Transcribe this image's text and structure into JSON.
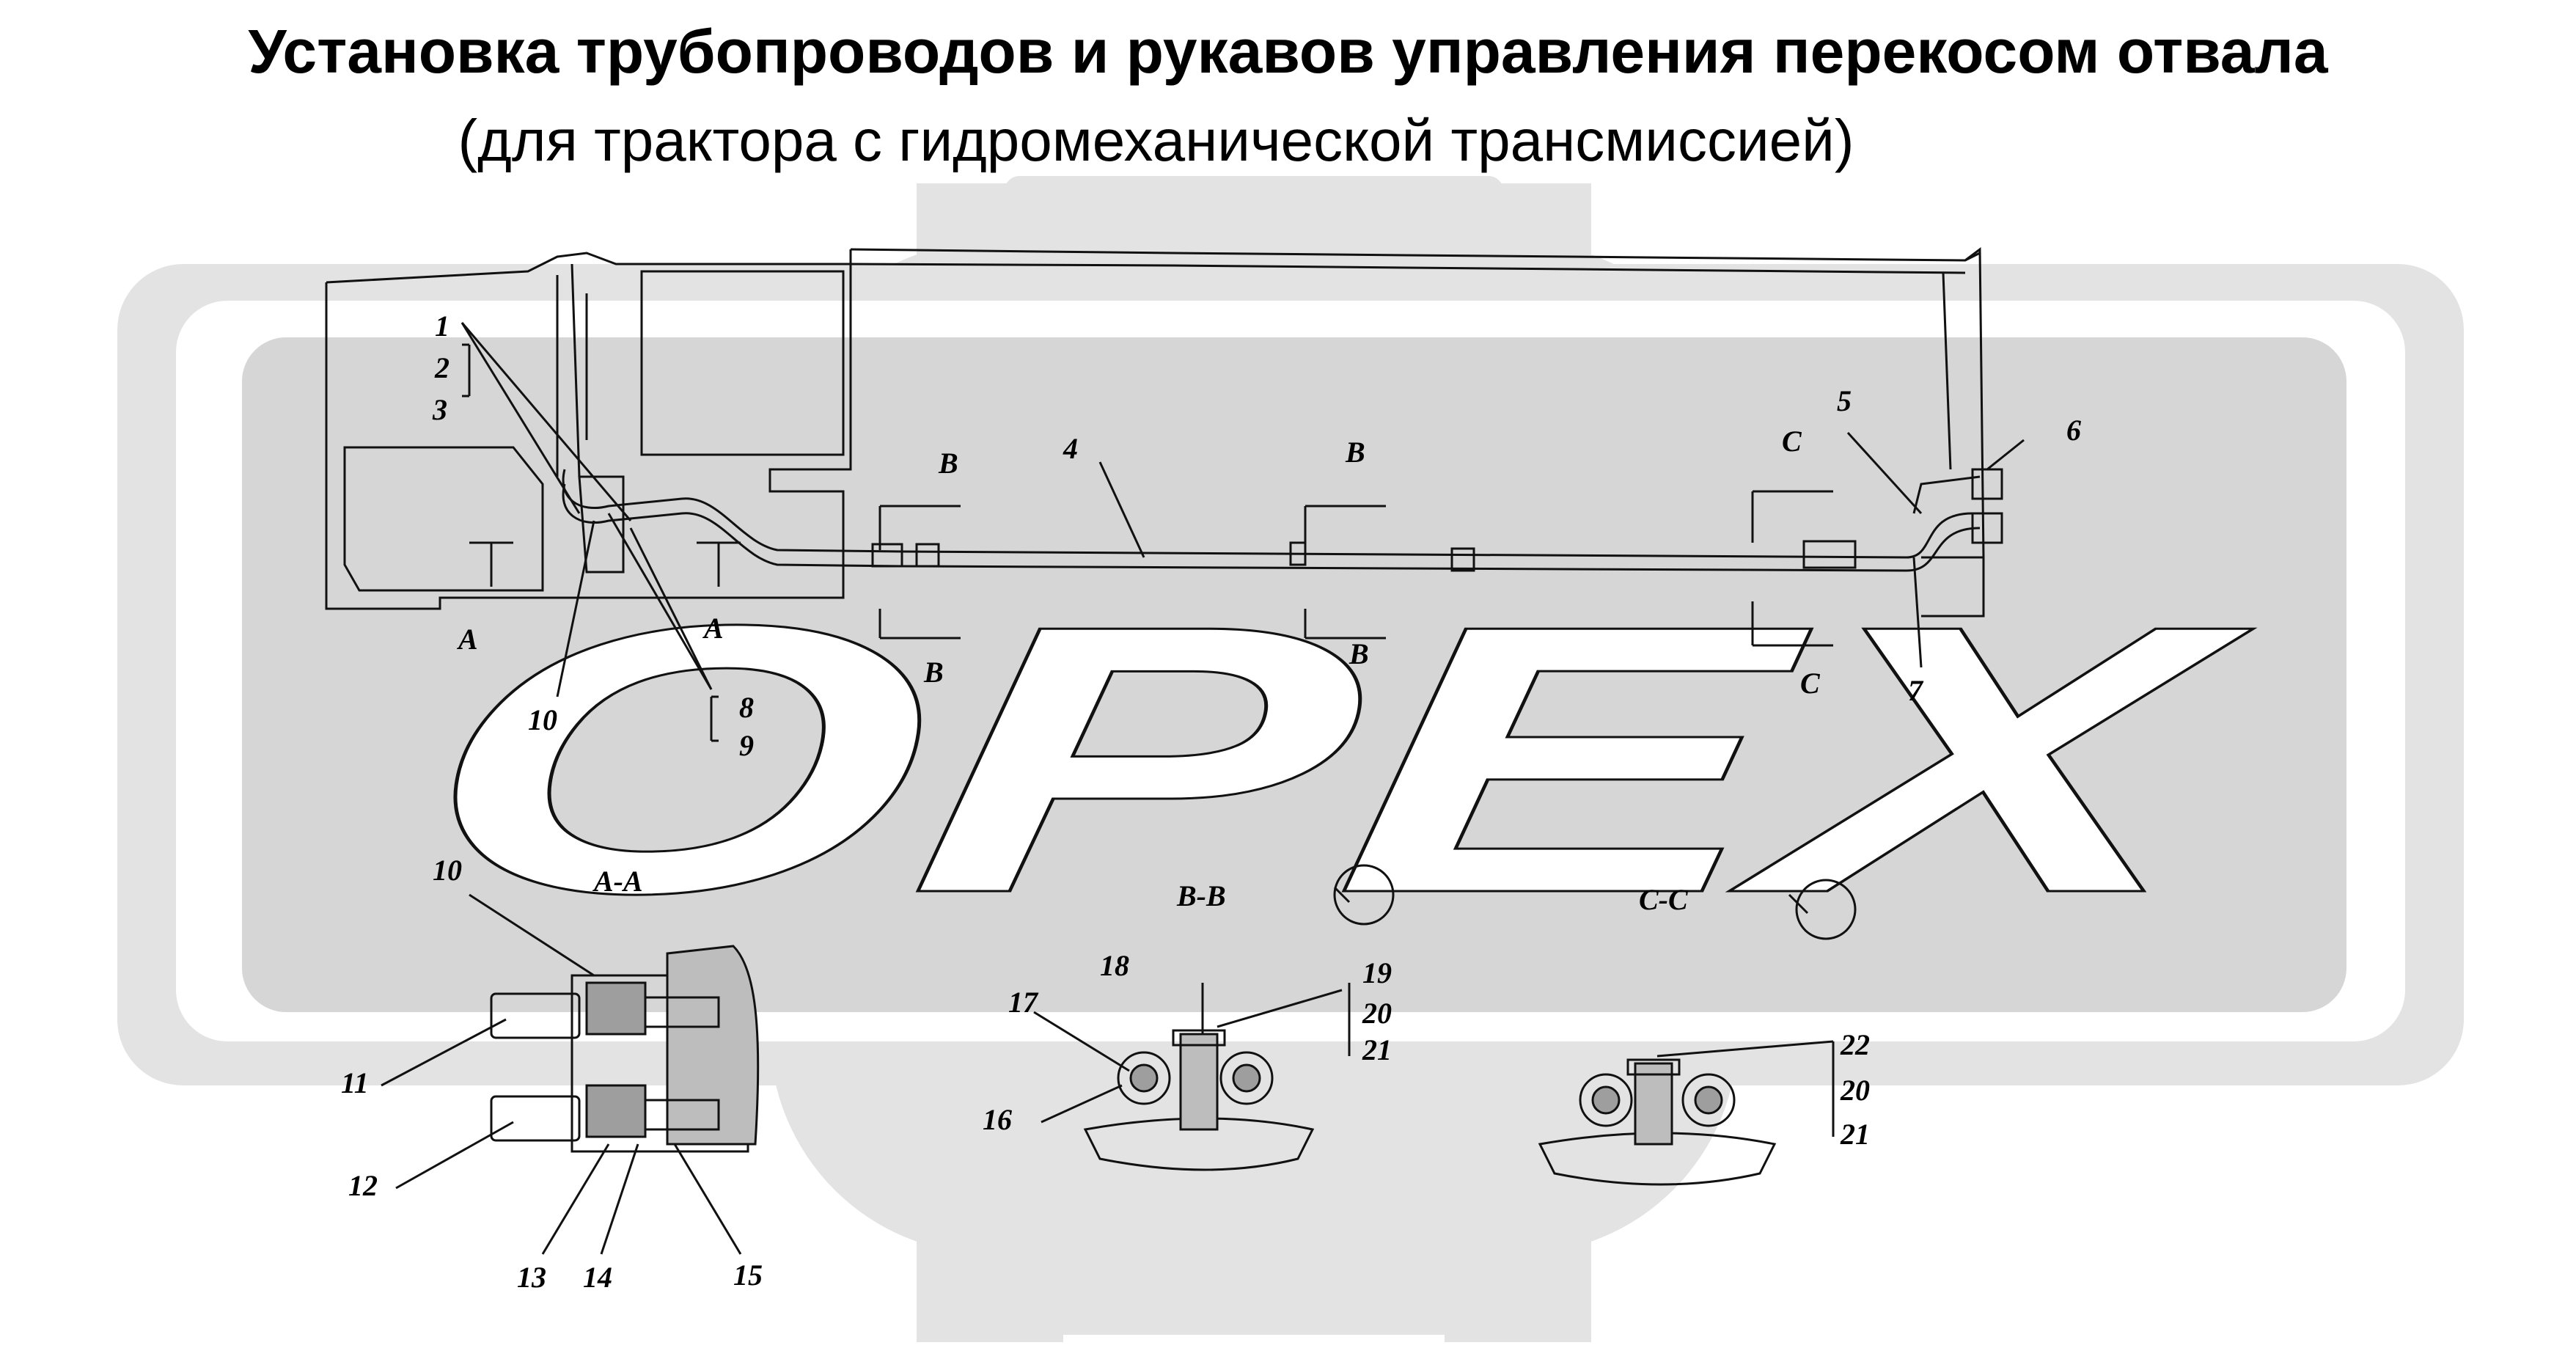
{
  "title": "Установка трубопроводов и рукавов управления перекосом отвала",
  "subtitle": "(для трактора с гидромеханической трансмиссией)",
  "watermark": "OPEX",
  "colors": {
    "watermark_fill": "#e3e3e3",
    "watermark_inner": "#d6d6d6",
    "line": "#111111",
    "background": "#ffffff"
  },
  "section_labels": {
    "a": "A-A",
    "b": "B-B",
    "c": "C-C"
  },
  "cut_letters": {
    "a": "A",
    "b": "B",
    "c": "C"
  },
  "callouts": {
    "n1": "1",
    "n2": "2",
    "n3": "3",
    "n4": "4",
    "n5": "5",
    "n6": "6",
    "n7": "7",
    "n8": "8",
    "n9": "9",
    "n10": "10",
    "n11": "11",
    "n12": "12",
    "n13": "13",
    "n14": "14",
    "n15": "15",
    "n16": "16",
    "n17": "17",
    "n18": "18",
    "n19": "19",
    "n20": "20",
    "n21": "21",
    "n22": "22"
  }
}
